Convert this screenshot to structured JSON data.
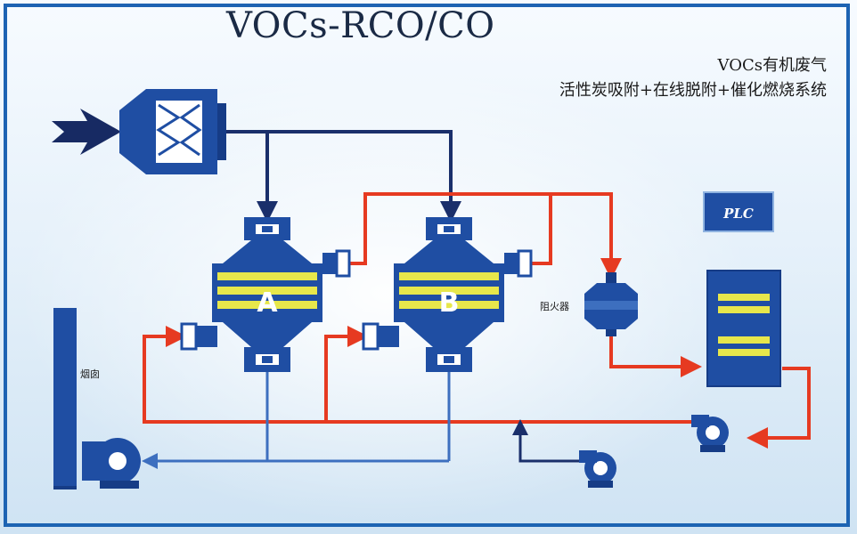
{
  "title": "VOCs-RCO/CO",
  "subtitle": {
    "line1": "VOCs有机废气",
    "line2": "活性炭吸附+在线脱附+催化燃烧系统"
  },
  "labels": {
    "tower_a": "A",
    "tower_b": "B",
    "flame_arrester": "阻火器",
    "chimney": "烟囱",
    "plc": "PLC"
  },
  "colors": {
    "equipment_blue": "#1f4ea3",
    "equipment_dark": "#163c86",
    "pipe_dark": "#1a2f6b",
    "pipe_light": "#3d6fbf",
    "hot_pipe": "#e63a21",
    "carbon_yellow": "#e7e74b",
    "frame_blue": "#1d63b3"
  }
}
